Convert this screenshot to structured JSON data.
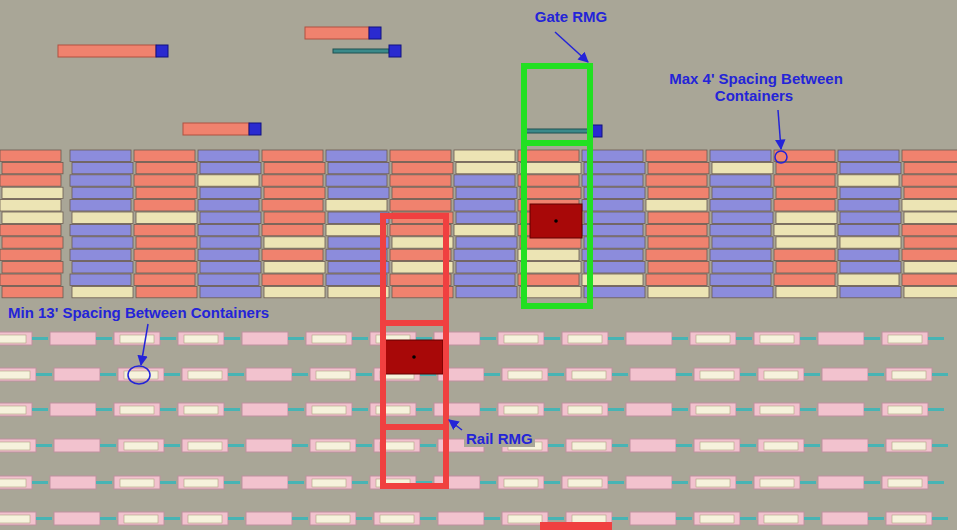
{
  "diagram": {
    "labels": [
      "Gate RMG",
      "Max 4' Spacing Between Containers",
      "Min 13' Spacing Between Containers",
      "Rail RMG"
    ]
  }
}
